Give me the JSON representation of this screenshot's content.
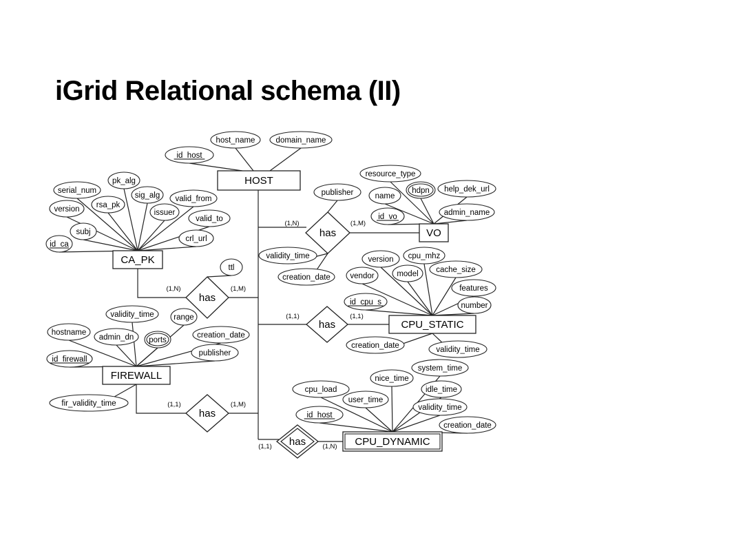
{
  "title": "iGrid Relational schema (II)",
  "entities": {
    "host": "HOST",
    "vo": "VO",
    "ca_pk": "CA_PK",
    "cpu_static": "CPU_STATIC",
    "firewall": "FIREWALL",
    "cpu_dynamic": "CPU_DYNAMIC"
  },
  "relationships": {
    "vo": "has",
    "ca_pk": "has",
    "cpu_static": "has",
    "firewall": "has",
    "cpu_dynamic": "has"
  },
  "attributes": {
    "host": [
      "id_host",
      "host_name",
      "domain_name"
    ],
    "vo": [
      "resource_type",
      "name",
      "hdpn",
      "help_dek_url",
      "id_vo",
      "admin_name"
    ],
    "has_vo": [
      "publisher",
      "validity_time",
      "creation_date"
    ],
    "ca_pk": [
      "serial_num",
      "pk_alg",
      "sig_alg",
      "version",
      "rsa_pk",
      "valid_from",
      "issuer",
      "valid_to",
      "subj",
      "crl_url",
      "id_ca"
    ],
    "has_ca": [
      "ttl"
    ],
    "cpu_static": [
      "version",
      "cpu_mhz",
      "vendor",
      "model",
      "cache_size",
      "features",
      "id_cpu_s",
      "number",
      "creation_date",
      "validity_time"
    ],
    "firewall": [
      "validity_time",
      "range",
      "hostname",
      "admin_dn",
      "ports",
      "creation_date",
      "publisher",
      "id_firewall",
      "fir_validity_time"
    ],
    "cpu_dynamic": [
      "system_time",
      "nice_time",
      "cpu_load",
      "idle_time",
      "user_time",
      "validity_time",
      "id_host",
      "creation_date"
    ]
  },
  "cardinalities": {
    "host_vo": "(1,N)",
    "vo_side": "(1,M)",
    "ca_side": "(1,N)",
    "host_ca": "(1,M)",
    "host_cpu_static": "(1,1)",
    "cpu_static_side": "(1,1)",
    "firewall_side": "(1,1)",
    "host_firewall": "(1,M)",
    "host_cpu_dynamic": "(1,1)",
    "cpu_dynamic_side": "(1,N)"
  }
}
